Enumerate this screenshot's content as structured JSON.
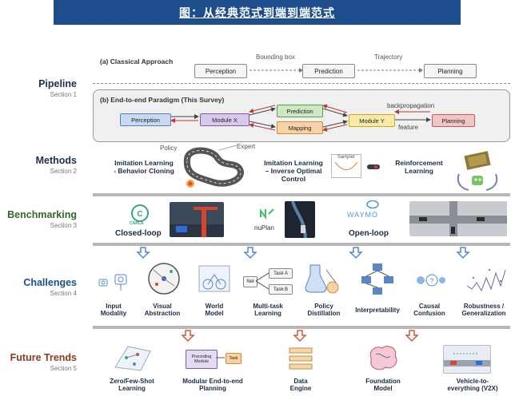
{
  "banner": "图：从经典范式到端到端范式",
  "sections": {
    "pipeline": {
      "title": "Pipeline",
      "sub": "Section 1"
    },
    "methods": {
      "title": "Methods",
      "sub": "Section 2"
    },
    "benchmarking": {
      "title": "Benchmarking",
      "sub": "Section 3"
    },
    "challenges": {
      "title": "Challenges",
      "sub": "Section 4"
    },
    "future": {
      "title": "Future Trends",
      "sub": "Section 5"
    }
  },
  "pipeline": {
    "classical_label": "(a) Classical Approach",
    "perception": "Perception",
    "prediction": "Prediction",
    "planning": "Planning",
    "bbox_label": "Bounding box",
    "trajectory_label": "Trajectory",
    "e2e_label": "(b) End-to-end Paradigm (This Survey)",
    "e2e_perception": "Perception",
    "module_x": "Module X",
    "e2e_prediction": "Prediction",
    "e2e_mapping": "Mapping",
    "module_y": "Module Y",
    "e2e_planning": "Planning",
    "backprop": "backpropagation",
    "feature": "feature"
  },
  "methods": {
    "il_bc": "Imitation Learning\n- Behavior Cloning",
    "policy": "Policy",
    "expert": "Expert",
    "il_ioc": "Imitation Learning\n– Inverse Optimal\nControl",
    "sampler": "Sampler",
    "rl": "Reinforcement\nLearning"
  },
  "benchmarking": {
    "carla": "CARLA",
    "closed_loop": "Closed-loop",
    "nuplan": "nuPlan",
    "waymo": "WAYMO",
    "open_loop": "Open-loop"
  },
  "challenges": {
    "items": [
      "Input\nModality",
      "Visual\nAbstraction",
      "World\nModel",
      "Multi-task\nLearning",
      "Policy\nDistillation",
      "Interpretability",
      "Causal\nConfusion",
      "Robustness /\nGeneralization"
    ],
    "net_label": "Net",
    "task_a": "Task A",
    "task_b": "Task B"
  },
  "future": {
    "items": [
      "Zero/Few-Shot\nLearning",
      "Modular End-to-end\nPlanning",
      "Data\nEngine",
      "Foundation\nModel",
      "Vehicle-to-\neverything (V2X)"
    ],
    "preceding_module": "Preceding\nModule",
    "task_label": "Task"
  },
  "colors": {
    "perception_fill": "#c9d9f2",
    "perception_border": "#5a7fc0",
    "module_fill": "#d6c9ea",
    "module_border": "#7d5aa8",
    "prediction_fill": "#cfe8c4",
    "prediction_border": "#5d9c4c",
    "mapping_fill": "#f7d3a8",
    "mapping_border": "#d08a36",
    "moduley_fill": "#f7eaa6",
    "moduley_border": "#c9a82c",
    "planning_fill": "#f2c4c4",
    "planning_border": "#c25a5a",
    "arrow_red": "#b33a3a",
    "down_arrow_blue": "#5a86c4",
    "down_arrow_red": "#cf5b3a"
  }
}
